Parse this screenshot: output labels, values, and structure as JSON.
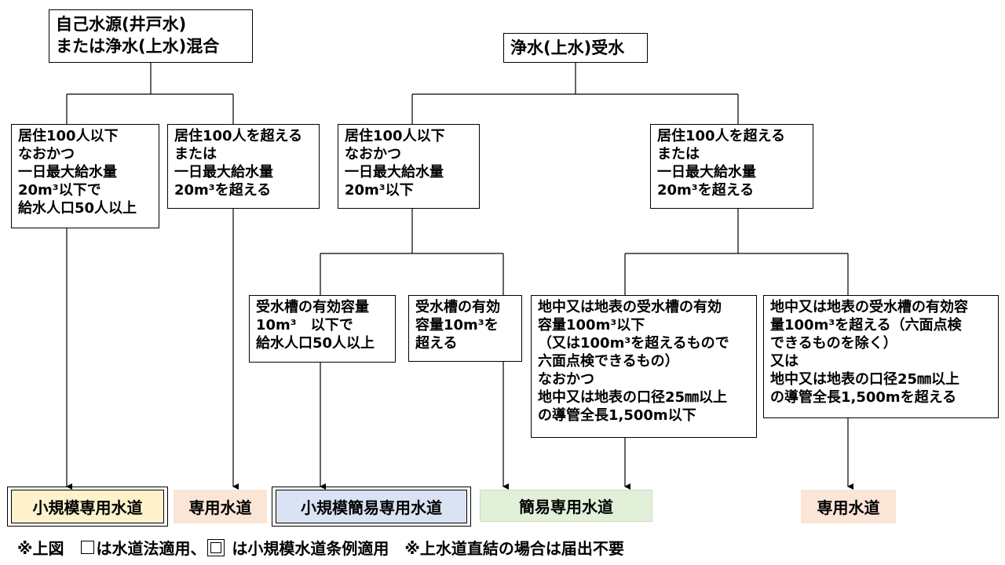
{
  "top": {
    "own_source": "自己水源(井戸水)\nまたは浄水(上水)混合",
    "purified": "浄水(上水)受水"
  },
  "conditions": {
    "c1": "居住100人以下\nなおかつ\n一日最大給水量\n20m³以下で\n給水人口50人以上",
    "c2": "居住100人を超える\nまたは\n一日最大給水量\n20m³を超える",
    "c3": "居住100人以下\nなおかつ\n一日最大給水量\n20m³以下",
    "c4": "居住100人を超える\nまたは\n一日最大給水量\n20m³を超える",
    "c5": "受水槽の有効容量\n10m³　以下で\n給水人口50人以上",
    "c6": "受水槽の有効\n容量10m³を\n超える",
    "c7": "地中又は地表の受水槽の有効\n容量100m³以下\n（又は100m³を超えるもので\n六面点検できるもの）\nなおかつ\n地中又は地表の口径25㎜以上\nの導管全長1,500m以下",
    "c8": "地中又は地表の受水槽の有効容\n量100m³を超える（六面点検\nできるものを除く）\n又は\n地中又は地表の口径25㎜以上\nの導管全長1,500mを超える"
  },
  "results": {
    "r1": "小規模専用水道",
    "r2": "専用水道",
    "r3": "小規模簡易専用水道",
    "r4": "簡易専用水道",
    "r5": "専用水道"
  },
  "colors": {
    "r1": "#fdf2cc",
    "r2": "#fbe5d6",
    "r3": "#dae3f3",
    "r4": "#e2f0d9",
    "r5": "#fbe5d6"
  },
  "footer": {
    "part1": "※上図　",
    "part2": "は水道法適用、",
    "part3": " は小規模水道条例適用　※上水道直結の場合は届出不要"
  }
}
